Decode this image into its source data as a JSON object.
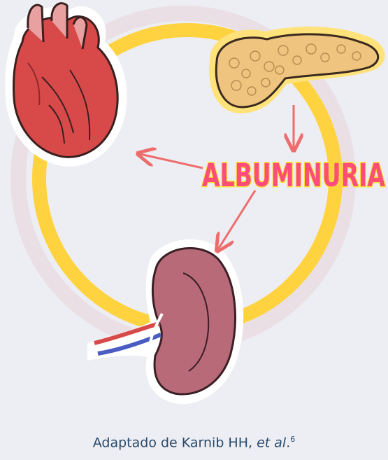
{
  "diagram": {
    "center_label": "ALBUMINURIA",
    "nodes": [
      {
        "id": "heart",
        "icon": "heart-icon"
      },
      {
        "id": "pancreas",
        "icon": "pancreas-icon"
      },
      {
        "id": "kidney",
        "icon": "kidney-icon"
      }
    ],
    "colors": {
      "ring": "#ffd23f",
      "faint_ring": "#eadce0",
      "arrow": "#ef6c6c",
      "label_fill": "#ff4d7a",
      "label_outline": "#ffe033",
      "caption": "#2b4a6a"
    }
  },
  "caption": {
    "prefix": "Adaptado de Karnib HH, ",
    "italic": "et al",
    "suffix": ".",
    "ref": "6"
  }
}
